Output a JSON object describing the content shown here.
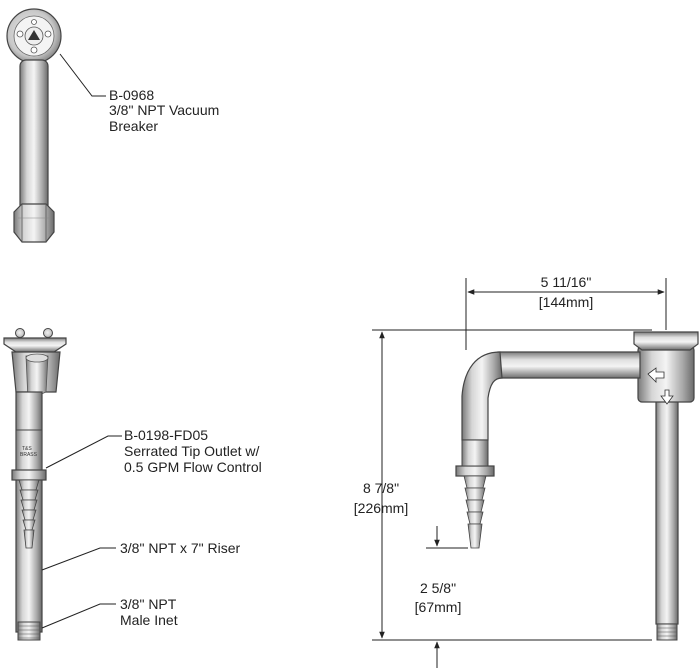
{
  "callouts": {
    "vacuum_breaker": {
      "part": "B-0968",
      "line1": "3/8\" NPT Vacuum",
      "line2": "Breaker"
    },
    "outlet": {
      "part": "B-0198-FD05",
      "line1": "Serrated Tip Outlet w/",
      "line2": "0.5 GPM Flow Control"
    },
    "riser": {
      "line1": "3/8\" NPT x 7\" Riser"
    },
    "inlet": {
      "line1": "3/8\" NPT",
      "line2": "Male Inet"
    }
  },
  "dimensions": {
    "width": {
      "imperial": "5 11/16\"",
      "metric": "[144mm]"
    },
    "height": {
      "imperial": "8 7/8\"",
      "metric": "[226mm]"
    },
    "drop": {
      "imperial": "2 5/8\"",
      "metric": "[67mm]"
    }
  },
  "markings": {
    "brand": "T&S",
    "brand2": "BRASS"
  },
  "colors": {
    "metal_light": "#e8e8e8",
    "metal_mid": "#b8b8b8",
    "metal_dark": "#6a6a6a",
    "line": "#222222"
  }
}
